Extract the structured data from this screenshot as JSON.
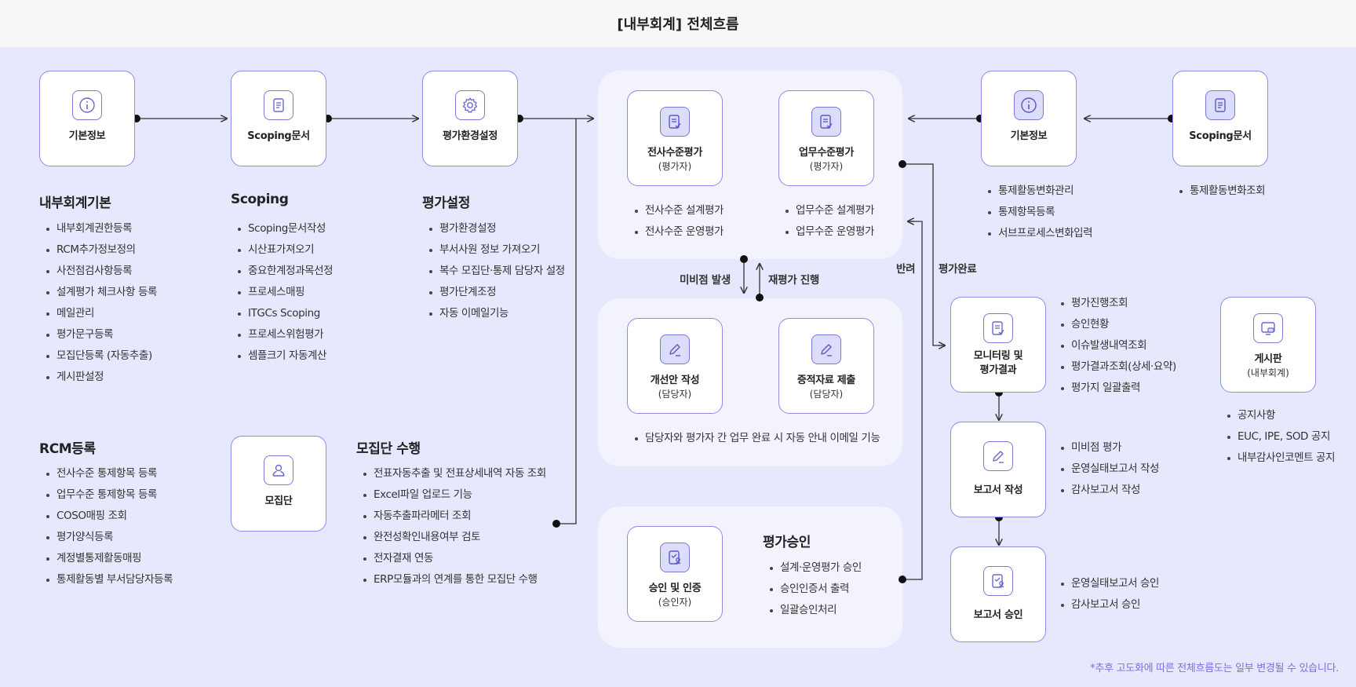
{
  "title": "[내부회계] 전체흐름",
  "cards": {
    "basic_info": {
      "title": "기본정보",
      "icon": "info-icon"
    },
    "scoping_doc": {
      "title": "Scoping문서",
      "icon": "document-icon"
    },
    "eval_env": {
      "title": "평가환경설정",
      "icon": "gear-icon"
    },
    "company_eval": {
      "title": "전사수준평가",
      "sub": "(평가자)",
      "icon": "checklist-icon"
    },
    "business_eval": {
      "title": "업무수준평가",
      "sub": "(평가자)",
      "icon": "checklist-icon"
    },
    "basic_info_right": {
      "title": "기본정보",
      "icon": "info-icon"
    },
    "scoping_doc_right": {
      "title": "Scoping문서",
      "icon": "document-icon"
    },
    "improvement": {
      "title": "개선안 작성",
      "sub": "(담당자)",
      "icon": "pencil-icon"
    },
    "evidence": {
      "title": "증적자료 제출",
      "sub": "(담당자)",
      "icon": "pencil-icon"
    },
    "approval_cert": {
      "title": "승인 및 인증",
      "sub": "(승인자)",
      "icon": "approval-icon"
    },
    "sample": {
      "title": "모집단",
      "icon": "user-icon"
    },
    "monitoring": {
      "title": "모니터링 및",
      "title2": "평가결과",
      "icon": "checklist-icon"
    },
    "report_write": {
      "title": "보고서 작성",
      "icon": "pencil-icon"
    },
    "report_approve": {
      "title": "보고서 승인",
      "icon": "approval-icon"
    },
    "board": {
      "title": "게시판",
      "sub": "(내부회계)",
      "icon": "monitor-icon"
    }
  },
  "sections": {
    "icfr_basic": {
      "title": "내부회계기본",
      "items": [
        "내부회계권한등록",
        "RCM추가정보정의",
        "사전점검사항등록",
        "설계평가 체크사항 등록",
        "메일관리",
        "평가문구등록",
        "모집단등록 (자동추출)",
        "게시판설정"
      ]
    },
    "scoping": {
      "title": "Scoping",
      "items": [
        "Scoping문서작성",
        "시산표가져오기",
        "중요한계정과목선정",
        "프로세스매핑",
        "ITGCs Scoping",
        "프로세스위험평가",
        "셈플크기 자동계산"
      ]
    },
    "eval_setting": {
      "title": "평가설정",
      "items": [
        "평가환경설정",
        "부서사원 정보 가져오기",
        "복수 모집단·통제 담당자 설정",
        "평가단계조정",
        "자동 이메일기능"
      ]
    },
    "rcm": {
      "title": "RCM등록",
      "items": [
        "전사수준 통제항목 등록",
        "업무수준 통제항목 등록",
        "COSO매핑 조회",
        "평가양식등록",
        "계정별통제활동매핑",
        "통제활동별 부서담당자등록"
      ]
    },
    "sample_exec": {
      "title": "모집단 수행",
      "items": [
        "전표자동추출 및 전표상세내역 자동 조회",
        "Excel파일 업로드 기능",
        "자동추출파라메터 조회",
        "완전성확인내용여부 검토",
        "전자결재 연동",
        "ERP모듈과의 연계를 통한 모집단 수행"
      ]
    },
    "approval": {
      "title": "평가승인",
      "items": [
        "설계·운영평가 승인",
        "승인인증서 출력",
        "일괄승인처리"
      ]
    }
  },
  "lists": {
    "company_eval": [
      "전사수준 설계평가",
      "전사수준 운영평가"
    ],
    "business_eval": [
      "업무수준 설계평가",
      "업무수준 운영평가"
    ],
    "basic_info_right": [
      "통제활동변화관리",
      "통제항목등록",
      "서브프로세스변화입력"
    ],
    "scoping_doc_right": [
      "통제활동변화조회"
    ],
    "improvement_note": [
      "담당자와 평가자 간 업무 완료 시 자동 안내 이메일 기능"
    ],
    "monitoring": [
      "평가진행조회",
      "승인현황",
      "이슈발생내역조회",
      "평가결과조회(상세·요약)",
      "평가지 일괄출력"
    ],
    "board": [
      "공지사항",
      "EUC, IPE, SOD 공지",
      "내부감사인코멘트 공지"
    ],
    "report_write": [
      "미비점 평가",
      "운영실태보고서 작성",
      "감사보고서 작성"
    ],
    "report_approve": [
      "운영실태보고서 승인",
      "감사보고서 승인"
    ]
  },
  "flow_labels": {
    "deficiency": "미비점 발생",
    "reeval": "재평가 진행",
    "return": "반려",
    "complete": "평가완료"
  },
  "footnote": "*추후 고도화에 따른 전체흐름도는 일부 변경될 수 있습니다.",
  "colors": {
    "accent": "#7d78d6",
    "background": "#e6e8fd",
    "panel": "#f3f3fe",
    "footnote": "#7b6fe0"
  }
}
